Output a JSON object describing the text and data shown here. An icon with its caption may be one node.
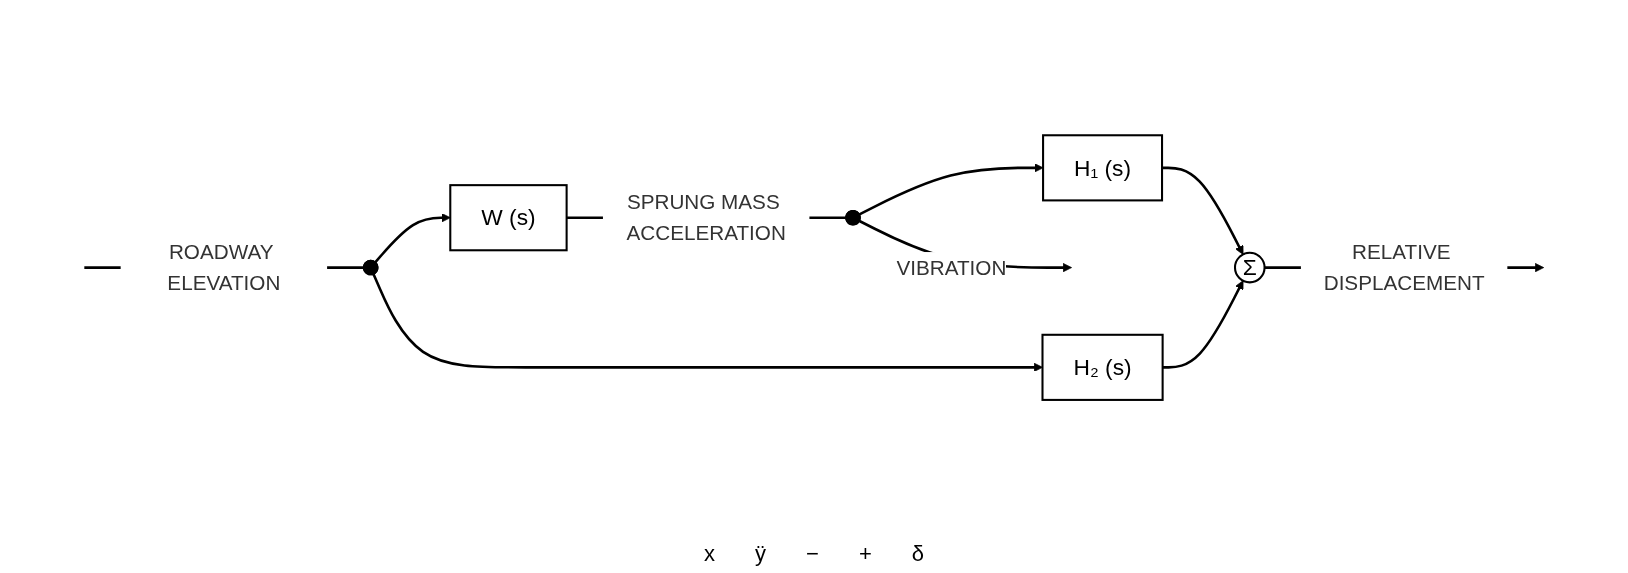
{
  "diagram": {
    "nodes": [
      {
        "text": [],
        "shape": "circle"
      },
      {
        "text": [
          "W (s)"
        ]
      },
      {
        "text": [],
        "shape": "circle"
      },
      {
        "text": [
          "H₁ (s)"
        ]
      },
      {
        "text": [
          "Σ"
        ]
      },
      {
        "text": [
          "H₂ (s)"
        ]
      }
    ],
    "edges": [
      {
        "from": null,
        "to": 0,
        "arrow": "none",
        "label": "ROADWAY ELEVATION"
      },
      {
        "from": 0,
        "to": 1,
        "arrow": "to"
      },
      {
        "from": 1,
        "to": 2,
        "arrow": "none",
        "label": "SPRUNG MASS ACCELERATION"
      },
      {
        "from": 2,
        "to": 3,
        "arrow": "to"
      },
      {
        "from": 2,
        "to": null,
        "arrow": "to",
        "label": "VIBRATION"
      },
      {
        "from": 3,
        "to": 4,
        "arrow": "to"
      },
      {
        "from": 0,
        "to": 5,
        "arrow": "to"
      },
      {
        "from": 5,
        "to": 4,
        "arrow": "to"
      },
      {
        "from": 4,
        "to": null,
        "arrow": "to",
        "label": "RELATIVE DISPLACEMENT"
      }
    ],
    "labels": [
      "x",
      "ÿ",
      "−",
      "+",
      "δ"
    ]
  }
}
